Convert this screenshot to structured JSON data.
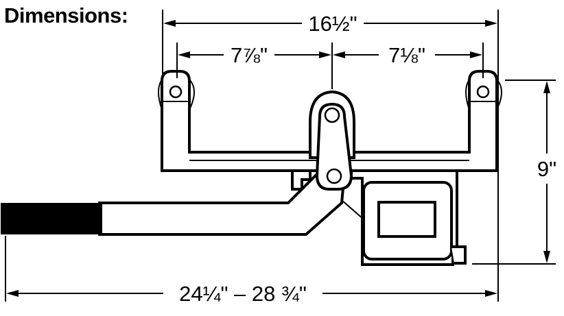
{
  "heading": "Dimensions:",
  "dimensions": {
    "overall_width": "16½\"",
    "left_span": "7⅞\"",
    "right_span": "7⅛\"",
    "height": "9\"",
    "length": "24¼\" – 28 ¾\""
  },
  "colors": {
    "ink": "#000000",
    "paper": "#ffffff"
  }
}
